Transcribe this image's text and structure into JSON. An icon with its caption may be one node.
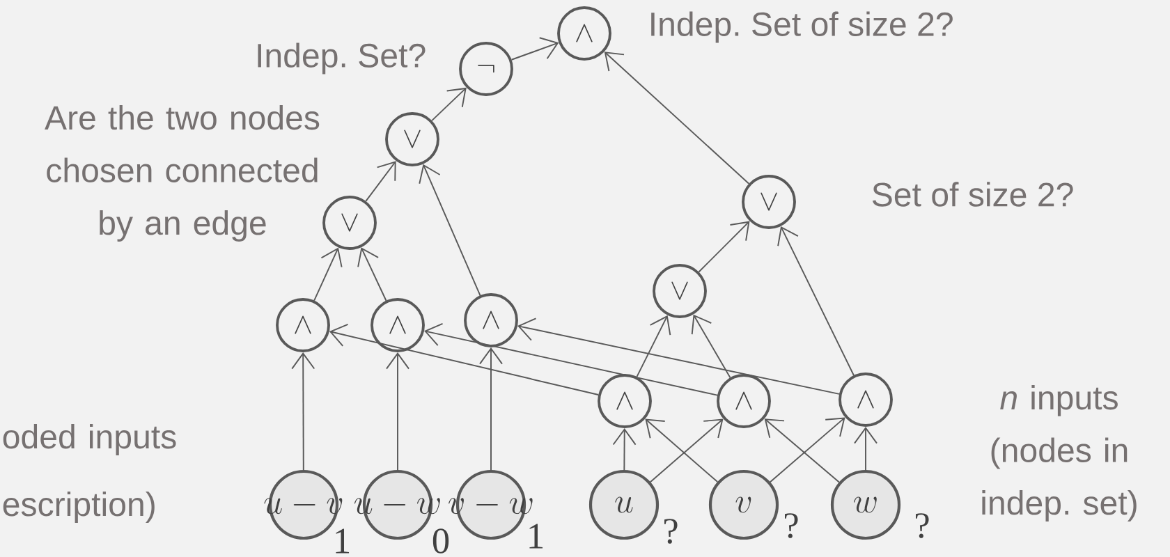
{
  "diagram": {
    "nodes": [
      {
        "text": [
          "\\wedge"
        ]
      },
      {
        "text": [
          "\\neg"
        ]
      },
      {
        "text": [
          "\\vee"
        ]
      },
      {
        "text": [
          "\\vee"
        ]
      },
      {
        "text": [
          "\\wedge"
        ]
      },
      {
        "text": [
          "\\wedge"
        ]
      },
      {
        "text": [
          "\\wedge"
        ]
      },
      {
        "text": [
          "\\vee"
        ]
      },
      {
        "text": [
          "\\vee"
        ]
      },
      {
        "text": [
          "\\wedge"
        ]
      },
      {
        "text": [
          "\\wedge"
        ]
      },
      {
        "text": [
          "\\wedge"
        ]
      },
      {
        "text": [
          "u-v"
        ],
        "beside": [
          "1"
        ]
      },
      {
        "text": [
          "u-w"
        ],
        "beside": [
          "0"
        ]
      },
      {
        "text": [
          "v-w"
        ],
        "beside": [
          "1"
        ]
      },
      {
        "text": [
          "u"
        ],
        "beside": [
          "?"
        ]
      },
      {
        "text": [
          "v"
        ],
        "beside": [
          "?"
        ]
      },
      {
        "text": [
          "w"
        ],
        "beside": [
          "?"
        ]
      }
    ],
    "edges": [
      {
        "from": 1,
        "to": 0,
        "arrow": "to"
      },
      {
        "from": 7,
        "to": 0,
        "arrow": "to"
      },
      {
        "from": 2,
        "to": 1,
        "arrow": "to"
      },
      {
        "from": 3,
        "to": 2,
        "arrow": "to"
      },
      {
        "from": 6,
        "to": 2,
        "arrow": "to"
      },
      {
        "from": 4,
        "to": 3,
        "arrow": "to"
      },
      {
        "from": 5,
        "to": 3,
        "arrow": "to"
      },
      {
        "from": 8,
        "to": 7,
        "arrow": "to"
      },
      {
        "from": 11,
        "to": 7,
        "arrow": "to"
      },
      {
        "from": 9,
        "to": 8,
        "arrow": "to"
      },
      {
        "from": 10,
        "to": 8,
        "arrow": "to"
      },
      {
        "from": 12,
        "to": 4,
        "arrow": "to"
      },
      {
        "from": 13,
        "to": 5,
        "arrow": "to"
      },
      {
        "from": 14,
        "to": 6,
        "arrow": "to"
      },
      {
        "from": 9,
        "to": 4,
        "arrow": "to"
      },
      {
        "from": 10,
        "to": 5,
        "arrow": "to"
      },
      {
        "from": 11,
        "to": 6,
        "arrow": "to"
      },
      {
        "from": 15,
        "to": 9,
        "arrow": "to"
      },
      {
        "from": 16,
        "to": 9,
        "arrow": "to"
      },
      {
        "from": 15,
        "to": 10,
        "arrow": "to"
      },
      {
        "from": 17,
        "to": 10,
        "arrow": "to"
      },
      {
        "from": 16,
        "to": 11,
        "arrow": "to"
      },
      {
        "from": 17,
        "to": 11,
        "arrow": "to"
      }
    ],
    "labels": [
      "Indep. Set of size 2?",
      "Indep. Set?",
      "Are the two nodes chosen connected by an edge",
      "Set of size 2?",
      "*n* inputs (nodes in indep. set)",
      "oded inputs escription)"
    ]
  }
}
